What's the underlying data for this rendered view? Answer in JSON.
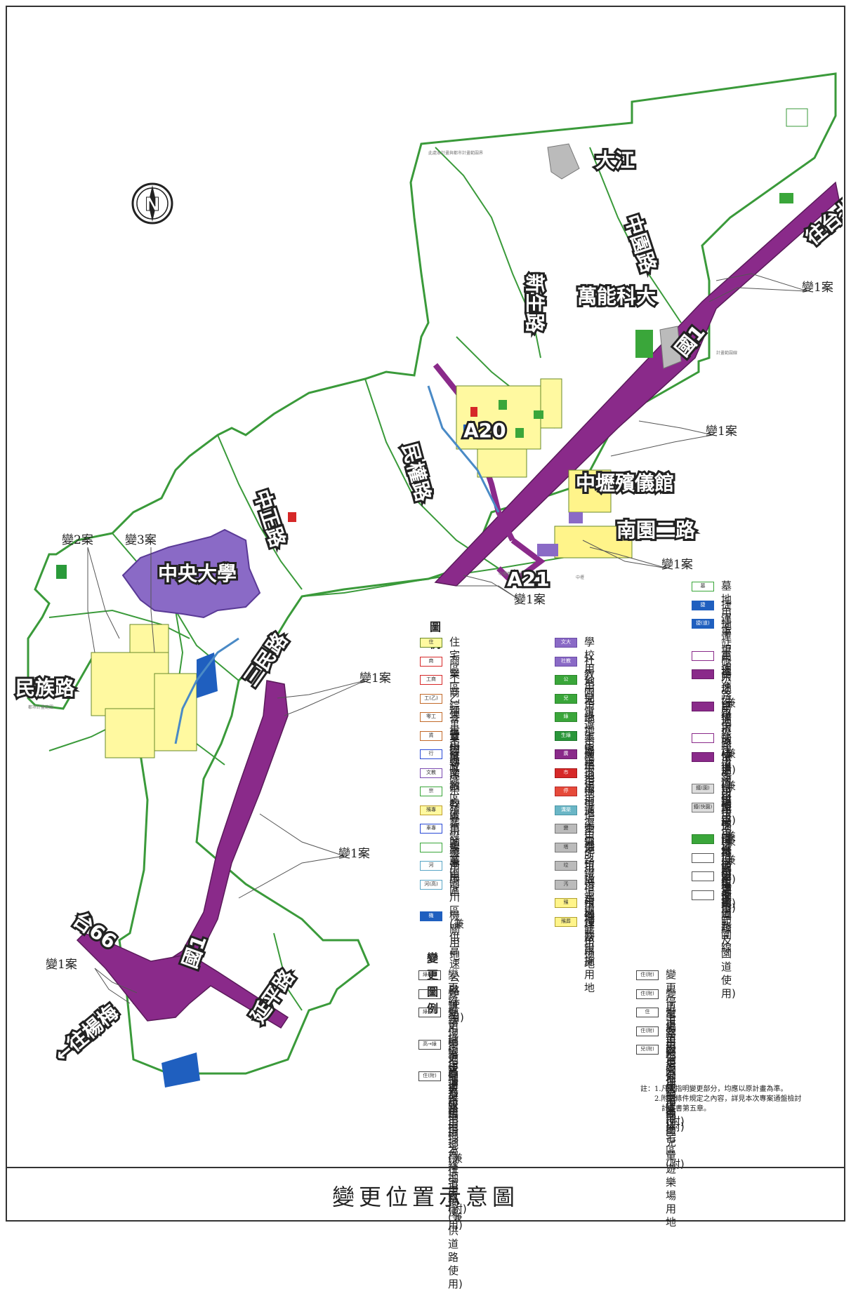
{
  "title": "變更位置示意圖",
  "north_arrow": "N",
  "road_labels": {
    "dajiang": "大江",
    "zhongyuan_rd": "中園路",
    "xinsheng_rd": "新生路",
    "vanung": "萬能科大",
    "guo1_north": "國1",
    "a20": "A20",
    "minquan_rd": "民權路",
    "zhongli_funeral": "中壢殯儀館",
    "nanyuan_2nd": "南園二路",
    "a21": "A21",
    "zhongzheng_rd": "中正路",
    "ncu": "中央大學",
    "minzu_rd": "民族路",
    "sanmin_rd": "三民路",
    "tai66": "台66",
    "guo1_south": "國1",
    "yanping_rd": "延平路",
    "to_yangmei": "←往楊梅",
    "to_taipei": "往台北"
  },
  "case_labels": {
    "case1_a": "變1案",
    "case1_b": "變1案",
    "case1_c": "變1案",
    "case1_d": "變1案",
    "case1_e": "變1案",
    "case1_f": "變1案",
    "case1_g": "變1案",
    "case2": "變2案",
    "case3": "變3案"
  },
  "legend": {
    "heading": "圖 例",
    "col1": [
      {
        "code": "住",
        "label": "住宅區",
        "fill": "#fff9a0",
        "border": "#6a8a2a"
      },
      {
        "code": "商",
        "label": "商業區",
        "fill": "#fff",
        "border": "#d62828"
      },
      {
        "code": "工商",
        "label": "工商綜合專用區",
        "fill": "#fff",
        "border": "#d62828"
      },
      {
        "code": "工(乙)",
        "label": "乙種工業區",
        "fill": "#fff",
        "border": "#c26a2a"
      },
      {
        "code": "零工",
        "label": "零星工業區",
        "fill": "#fff",
        "border": "#c26a2a"
      },
      {
        "code": "貨",
        "label": "貨物轉運中心區",
        "fill": "#fff",
        "border": "#c26a2a"
      },
      {
        "code": "行",
        "label": "行政區",
        "fill": "#fff",
        "border": "#2a4ad6"
      },
      {
        "code": "文教",
        "label": "文教區",
        "fill": "#fff",
        "border": "#7a4ab0"
      },
      {
        "code": "宗",
        "label": "宗教專用區",
        "fill": "#fff",
        "border": "#3aa63a"
      },
      {
        "code": "殯專",
        "label": "殯葬設施專用區",
        "fill": "#fff9a0",
        "border": "#c0a030"
      },
      {
        "code": "車專",
        "label": "車站專用區",
        "fill": "#fff",
        "border": "#2a4ad6"
      },
      {
        "code": "",
        "label": "農業區",
        "fill": "#fff",
        "border": "#3aa63a"
      },
      {
        "code": "河",
        "label": "河川區",
        "fill": "#fff",
        "border": "#5aa6c6"
      },
      {
        "code": "河(高)",
        "label": "河川區(兼供高速\n公路使用)",
        "fill": "#fff",
        "border": "#5aa6c6"
      },
      {
        "code": "機",
        "label": "機關用地",
        "fill": "#1f5fbf",
        "border": "#1f5fbf"
      }
    ],
    "col2": [
      {
        "code": "文大",
        "label": "學校用地",
        "fill": "#8a6ac6",
        "border": "#6a4aa6"
      },
      {
        "code": "社教",
        "label": "社教用地",
        "fill": "#8a6ac6",
        "border": "#6a4aa6"
      },
      {
        "code": "公",
        "label": "公園用地",
        "fill": "#3aa63a",
        "border": "#2a862a"
      },
      {
        "code": "兒",
        "label": "兒童遊樂場用地",
        "fill": "#3aa63a",
        "border": "#2a862a"
      },
      {
        "code": "綠",
        "label": "綠地用地",
        "fill": "#3aa63a",
        "border": "#2a862a"
      },
      {
        "code": "生綠",
        "label": "生態綠地用地",
        "fill": "#2a963a",
        "border": "#1a762a"
      },
      {
        "code": "廣",
        "label": "廣場用地",
        "fill": "#8a2a8a",
        "border": "#6a1a6a"
      },
      {
        "code": "市",
        "label": "市場用地",
        "fill": "#d62828",
        "border": "#a61818"
      },
      {
        "code": "停",
        "label": "停車場用地",
        "fill": "#e64a3a",
        "border": "#b62a2a"
      },
      {
        "code": "溝渠",
        "label": "溝渠用地",
        "fill": "#6ab6c6",
        "border": "#4a96a6"
      },
      {
        "code": "變",
        "label": "變電所用地",
        "fill": "#bbb",
        "border": "#777"
      },
      {
        "code": "塔",
        "label": "電路鐵塔用地",
        "fill": "#bbb",
        "border": "#777"
      },
      {
        "code": "垃",
        "label": "垃圾場用地",
        "fill": "#bbb",
        "border": "#777"
      },
      {
        "code": "汚",
        "label": "污水處理廠用地",
        "fill": "#bbb",
        "border": "#777"
      },
      {
        "code": "殯",
        "label": "殯儀館用地",
        "fill": "#fff48a",
        "border": "#b0a030"
      },
      {
        "code": "殯葬",
        "label": "殯葬設施用地",
        "fill": "#fff48a",
        "border": "#b0a030"
      }
    ],
    "col3": [
      {
        "code": "墓",
        "label": "墓地用地",
        "fill": "#fff",
        "border": "#3aa63a"
      },
      {
        "code": "捷",
        "label": "捷運車站用地",
        "fill": "#1f5fbf",
        "border": "#1f5fbf"
      },
      {
        "code": "捷(道)",
        "label": "捷運車站用地(兼供道路\n使用)",
        "fill": "#1f5fbf",
        "border": "#1f5fbf"
      },
      {
        "code": "",
        "label": "高速公路用地",
        "fill": "#fff",
        "border": "#8a2a8a"
      },
      {
        "code": "",
        "label": "高速公路用地(兼供河川\n使用)",
        "fill": "#8a2a8a",
        "border": "#6a1a6a"
      },
      {
        "code": "",
        "label": "高速公路用地(兼供快速\n道路使用)",
        "fill": "#8a2a8a",
        "border": "#6a1a6a"
      },
      {
        "code": "",
        "label": "快速道路用地",
        "fill": "#fff",
        "border": "#8a2a8a"
      },
      {
        "code": "",
        "label": "快速道路用地(兼供河川\n使用)",
        "fill": "#8a2a8a",
        "border": "#6a1a6a"
      },
      {
        "code": "鐵(園)",
        "label": "鐵路用地(兼供園道使用)",
        "fill": "#ddd",
        "border": "#777"
      },
      {
        "code": "鐵(快園)",
        "label": "鐵路用地(兼供快速道路\n及園道使用)",
        "fill": "#ddd",
        "border": "#777"
      },
      {
        "code": "",
        "label": "園林道路用地",
        "fill": "#3aa63a",
        "border": "#2a862a"
      },
      {
        "code": "",
        "label": "道路用地",
        "fill": "#fff",
        "border": "#555"
      },
      {
        "code": "",
        "label": "變更範圍線",
        "fill": "#fff",
        "border": "#555"
      },
      {
        "code": "",
        "label": "計畫範圍線",
        "fill": "#fff",
        "border": "#555"
      }
    ]
  },
  "change_legend": {
    "heading": "變更圖例",
    "col1": [
      {
        "code": "綠→道",
        "label": "變更綠地用地為快速道路用地"
      },
      {
        "code": "",
        "label": "變更綠地用地為道路用地"
      },
      {
        "code": "綠→綠",
        "label": "變更綠地用地為綠地用地\n(兼供道路使用)"
      },
      {
        "code": "高→綠",
        "label": "變更高速公路用地為綠地用地\n(兼供道路使用)"
      },
      {
        "code": "住(附)",
        "label": "變更市場用地為住宅區(附)"
      }
    ],
    "col2": [
      {
        "code": "住(附)",
        "label": "變更停車場用地為住宅區(附)"
      },
      {
        "code": "住(附)",
        "label": "變更道路用地為住宅區(附)"
      },
      {
        "code": "住",
        "label": "變更道路用地為住宅區"
      },
      {
        "code": "住(附)",
        "label": "變更公園用地為住宅區(附)"
      },
      {
        "code": "兒(附)",
        "label": "變更公園用地為兒童遊樂場用地"
      }
    ]
  },
  "notes": "註：1.凡未指明變更部分，均應以原計畫為準。\n　　2.附帶條件規定之內容，詳見本次專案通盤檢討\n　　　計畫書第五章。"
}
